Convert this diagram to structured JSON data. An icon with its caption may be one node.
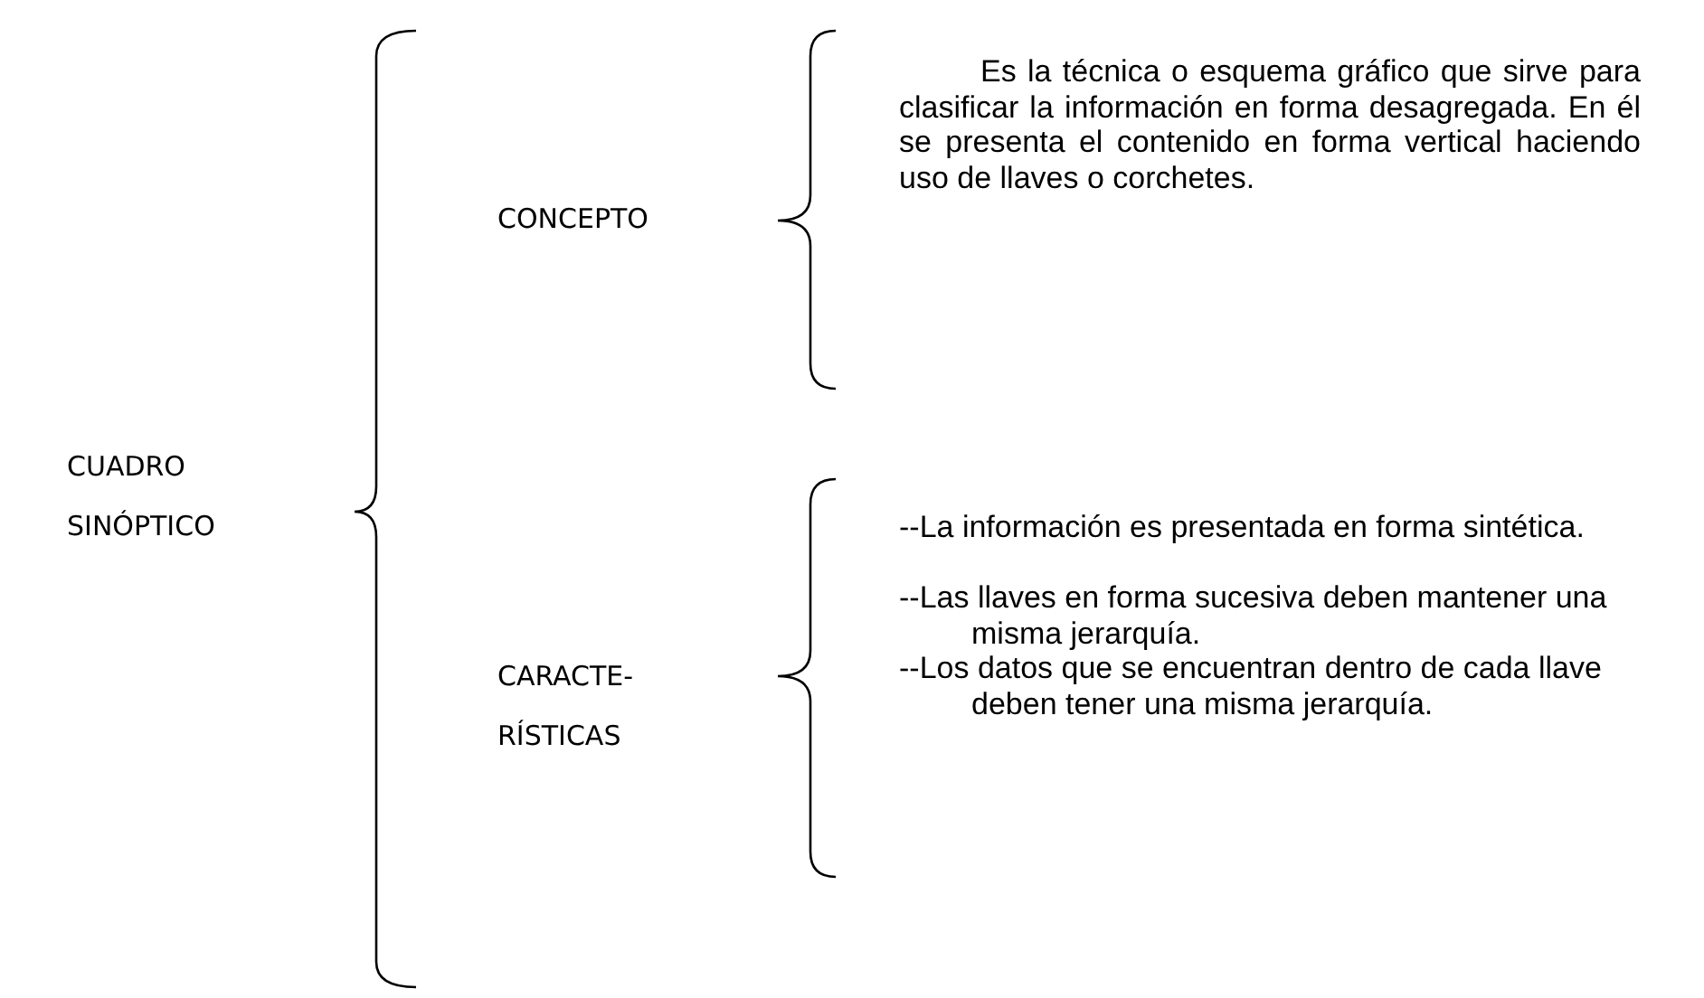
{
  "diagram": {
    "labels": [
      "CUADRO SINÓPTICO",
      "CONCEPTO",
      "Es la técnica o esquema gráfico que sirve para clasificar la información en forma desagregada. En él se presenta el contenido en forma vertical haciendo uso de llaves o corchetes.",
      "CARACTE- RÍSTICAS",
      "--La información es presentada en forma sintética.",
      "--Las llaves en forma sucesiva deben mantener una misma jerarquía.",
      "--Los datos que se encuentran dentro de cada llave deben tener una misma jerarquía."
    ]
  }
}
